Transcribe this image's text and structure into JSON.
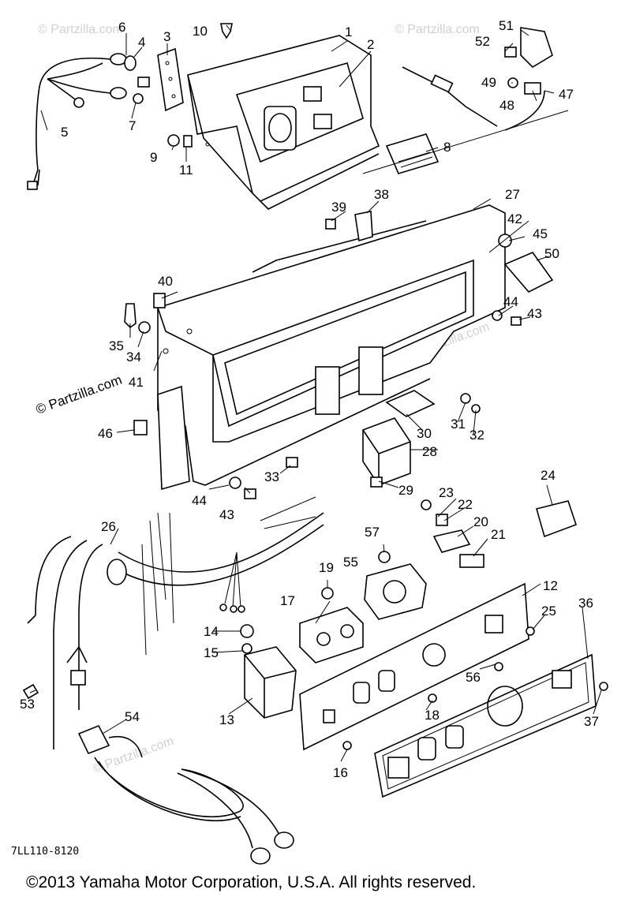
{
  "diagram": {
    "part_labels": [
      "1",
      "2",
      "3",
      "4",
      "5",
      "6",
      "7",
      "8",
      "9",
      "10",
      "11",
      "12",
      "13",
      "14",
      "15",
      "16",
      "17",
      "18",
      "19",
      "20",
      "21",
      "22",
      "23",
      "24",
      "25",
      "26",
      "27",
      "28",
      "29",
      "30",
      "31",
      "32",
      "33",
      "34",
      "35",
      "36",
      "37",
      "38",
      "39",
      "40",
      "41",
      "42",
      "43",
      "43",
      "44",
      "44",
      "45",
      "46",
      "47",
      "48",
      "49",
      "50",
      "51",
      "52",
      "53",
      "54",
      "55",
      "56",
      "57"
    ],
    "drawing_code": "7LL110-8120",
    "watermark": "© Partzilla.com",
    "copyright": "©2013 Yamaha Motor Corporation, U.S.A. All rights reserved."
  }
}
